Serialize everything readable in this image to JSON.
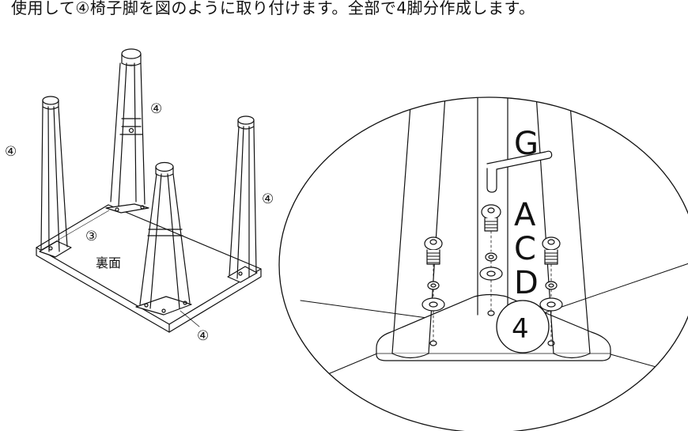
{
  "instruction": "使用して④椅子脚を図のように取り付けます。全部で4脚分作成します。",
  "labels": {
    "leg_back": "④",
    "leg_left": "④",
    "leg_right": "④",
    "leg_front": "④",
    "seat": "③",
    "seat_underside": "裏面"
  },
  "detail": {
    "letter_g": "G",
    "letter_a": "A",
    "letter_c": "C",
    "letter_d": "D",
    "part_number": "4"
  }
}
